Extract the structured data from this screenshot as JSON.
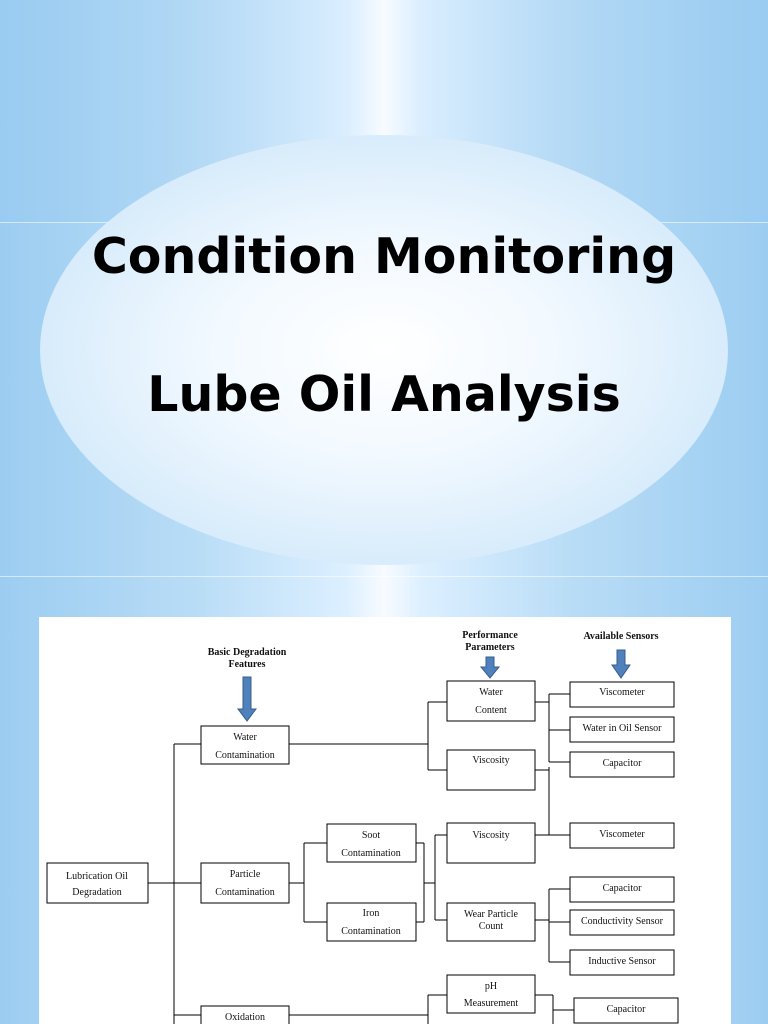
{
  "slide": {
    "title_line1": "Condition Monitoring",
    "title_line2": "Lube Oil Analysis"
  },
  "diagram": {
    "headers": {
      "basic_line1": "Basic Degradation",
      "basic_line2": "Features",
      "perf_line1": "Performance",
      "perf_line2": "Parameters",
      "sensors": "Available Sensors"
    },
    "root": {
      "line1": "Lubrication Oil",
      "line2": "Degradation"
    },
    "features": {
      "water": {
        "line1": "Water",
        "line2": "Contamination"
      },
      "particle": {
        "line1": "Particle",
        "line2": "Contamination"
      },
      "oxidation": {
        "line1": "Oxidation"
      }
    },
    "sub_features": {
      "soot": {
        "line1": "Soot",
        "line2": "Contamination"
      },
      "iron": {
        "line1": "Iron",
        "line2": "Contamination"
      }
    },
    "parameters": {
      "water_content": {
        "line1": "Water",
        "line2": "Content"
      },
      "viscosity_1": {
        "line1": "Viscosity"
      },
      "viscosity_2": {
        "line1": "Viscosity"
      },
      "wear_particle": {
        "line1": "Wear Particle",
        "line2": "Count"
      },
      "ph": {
        "line1": "pH",
        "line2": "Measurement"
      }
    },
    "sensors": {
      "viscometer_1": "Viscometer",
      "water_in_oil": "Water in Oil Sensor",
      "capacitor_1": "Capacitor",
      "viscometer_2": "Viscometer",
      "capacitor_2": "Capacitor",
      "conductivity": "Conductivity Sensor",
      "inductive": "Inductive Sensor",
      "capacitor_3": "Capacitor"
    },
    "colors": {
      "arrow": "#4f81bd",
      "line": "#000000"
    }
  }
}
